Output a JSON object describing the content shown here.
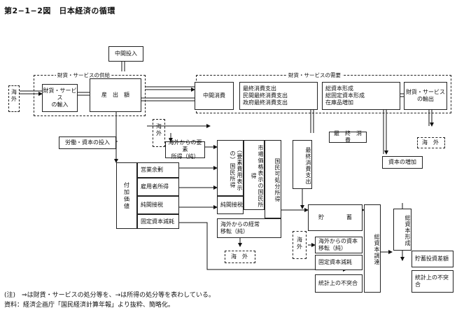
{
  "title": "第2−1−2図　日本経済の循環",
  "groups": {
    "supply": "財貨・サービスの供給",
    "demand": "財貨・サービスの需要"
  },
  "boxes": {
    "intermediate_input": "中間投入",
    "overseas_left": "海\n外",
    "imports": "財貨・サービス\nの輸入",
    "output": "産　出　額",
    "intermediate_consumption": "中間消費",
    "final_consumption": "最終消費支出\n民間最終消費支出\n政府最終消費支出",
    "capital_formation": "総資本形成\n総固定資本形成\n在庫品増加",
    "exports": "財貨・サービス\nの輸出",
    "labor_capital_input": "労働・資本の投入",
    "overseas_mid": "海\n外",
    "factor_income_from_abroad": "海外からの要素\n所得（純）",
    "final_consumption_total": "最　終　消　費",
    "overseas_right": "海　外",
    "capital_increase": "資本の増加",
    "value_added": "付\n加\n価\n値",
    "operating_surplus": "営業余剰",
    "employee_compensation": "雇用者所得",
    "indirect_tax": "純間接税",
    "depreciation": "固定資本減耗",
    "national_income_factor": "（要素費用表示の）国民所得",
    "national_income_market": "市場価格表示の国民所得",
    "disposable_income": "国民可処分所得",
    "indirect_tax_net": "純間接税",
    "final_expenditure": "最終消費支出",
    "current_transfers": "海外からの経常\n移転（純）",
    "overseas_bottom": "海　外",
    "overseas_small": "海\n外",
    "saving": "貯　　　　蓄",
    "capital_transfers": "海外からの資本\n移転（純）",
    "depreciation2": "固定資本減耗",
    "discrepancy": "統計上の不突合",
    "capital_finance": "総資本調達",
    "capital_formation2": "総資本形成",
    "net_lending": "貯蓄投資差額",
    "discrepancy2": "統計上の不突合"
  },
  "notes": {
    "note1": "(注)　⇒は財貨・サービスの処分等を、→は所得の処分等を表わしている。",
    "note2": "資料：経済企画庁「国民経済計算年報」より抜粋、簡略化。"
  }
}
